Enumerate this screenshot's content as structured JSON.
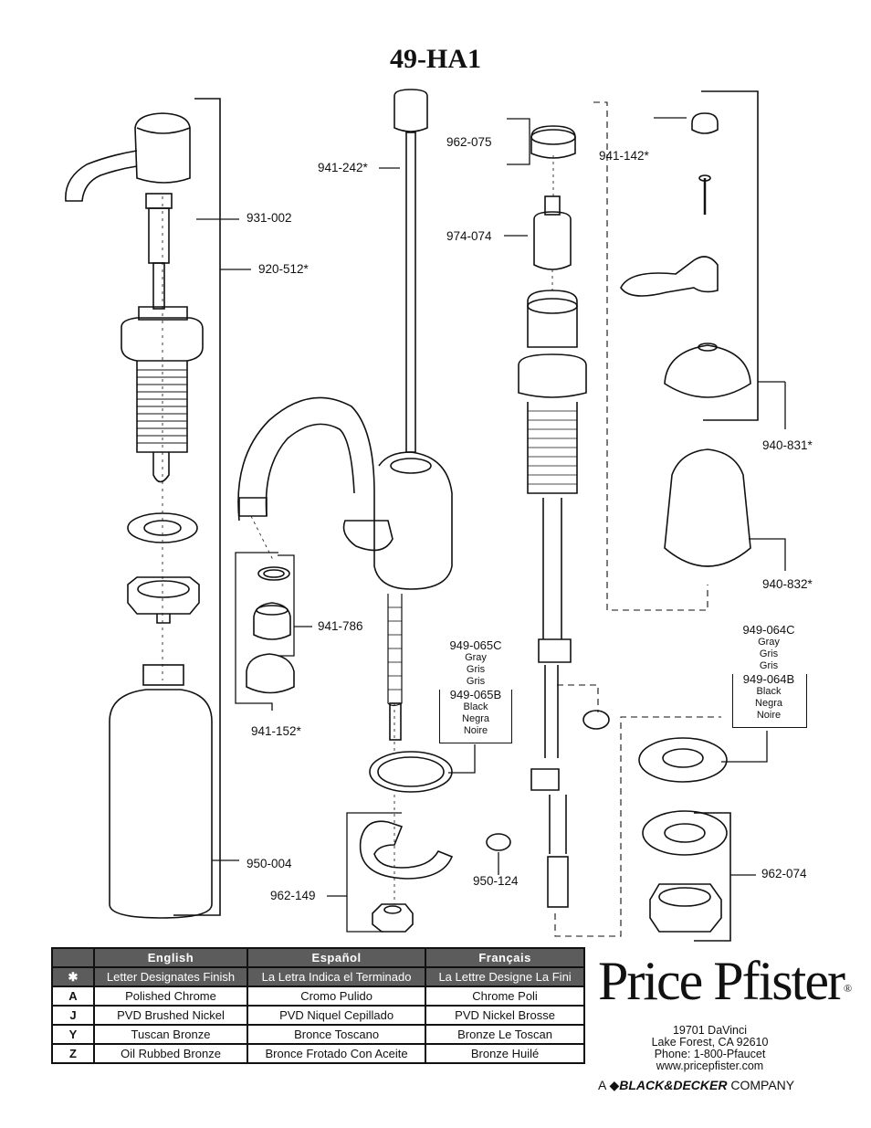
{
  "model": "49-HA1",
  "labels": {
    "p931_002": "931-002",
    "p920_512": "920-512*",
    "p941_242": "941-242*",
    "p962_075": "962-075",
    "p974_074": "974-074",
    "p941_142": "941-142*",
    "p940_831": "940-831*",
    "p940_832": "940-832*",
    "p941_786": "941-786",
    "p941_152": "941-152*",
    "p950_004": "950-004",
    "p962_149": "962-149",
    "p950_124": "950-124",
    "p962_074": "962-074"
  },
  "spout_escutcheon": {
    "gray_part": "949-065C",
    "gray": [
      "Gray",
      "Gris",
      "Gris"
    ],
    "black_part": "949-065B",
    "black": [
      "Black",
      "Negra",
      "Noire"
    ]
  },
  "handle_escutcheon": {
    "gray_part": "949-064C",
    "gray": [
      "Gray",
      "Gris",
      "Gris"
    ],
    "black_part": "949-064B",
    "black": [
      "Black",
      "Negra",
      "Noire"
    ]
  },
  "finish_table": {
    "headers": [
      "English",
      "Español",
      "Français"
    ],
    "note": {
      "code": "✱",
      "en": "Letter Designates Finish",
      "es": "La Letra Indica el Terminado",
      "fr": "La Lettre Designe La Fini"
    },
    "rows": [
      {
        "code": "A",
        "en": "Polished Chrome",
        "es": "Cromo Pulido",
        "fr": "Chrome Poli"
      },
      {
        "code": "J",
        "en": "PVD Brushed Nickel",
        "es": "PVD Niquel Cepillado",
        "fr": "PVD Nickel Brosse"
      },
      {
        "code": "Y",
        "en": "Tuscan Bronze",
        "es": "Bronce Toscano",
        "fr": "Bronze Le Toscan"
      },
      {
        "code": "Z",
        "en": "Oil Rubbed Bronze",
        "es": "Bronce Frotado Con Aceite",
        "fr": "Bronze Huilé"
      }
    ]
  },
  "brand": {
    "name": "Price Pfister",
    "registered": "®",
    "address": [
      "19701 DaVinci",
      "Lake Forest, CA 92610",
      "Phone: 1-800-Pfaucet",
      "www.pricepfister.com"
    ],
    "company_prefix": "A",
    "company_name": "BLACK&DECKER",
    "company_suffix": "COMPANY"
  },
  "colors": {
    "ink": "#111111",
    "header_bg": "#5c5c5c"
  }
}
